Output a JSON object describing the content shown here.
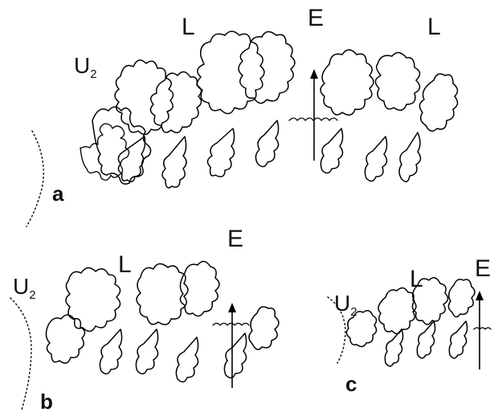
{
  "panels": {
    "a": {
      "panel_label": "a",
      "saddle_label": "U",
      "saddle_subscript": "2",
      "lobe_left": "L",
      "lobe_center": "E",
      "lobe_right": "L"
    },
    "b": {
      "panel_label": "b",
      "saddle_label": "U",
      "saddle_subscript": "2",
      "lobe_left": "L",
      "lobe_center": "E"
    },
    "c": {
      "panel_label": "c",
      "saddle_label": "U",
      "saddle_subscript": "2",
      "lobe_left": "L",
      "lobe_center": "E"
    }
  }
}
